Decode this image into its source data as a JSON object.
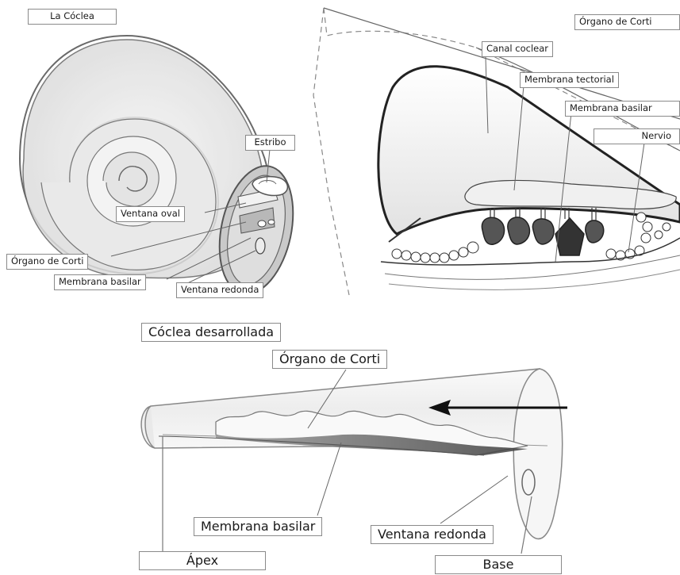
{
  "cochlea_panel": {
    "title": "La Cóclea",
    "labels": {
      "estribo": "Estribo",
      "ventana_oval": "Ventana oval",
      "organo_corti": "Órgano de Corti",
      "membrana_basilar": "Membrana basilar",
      "ventana_redonda": "Ventana redonda"
    }
  },
  "corti_panel": {
    "title": "Órgano de Corti",
    "labels": {
      "canal_coclear": "Canal coclear",
      "membrana_tectorial": "Membrana tectorial",
      "membrana_basilar": "Membrana basilar",
      "nervio": "Nervio"
    }
  },
  "unrolled_panel": {
    "title": "Cóclea desarrollada",
    "labels": {
      "organo_corti": "Órgano de Corti",
      "membrana_basilar": "Membrana basilar",
      "ventana_redonda": "Ventana redonda",
      "apex": "Ápex",
      "base": "Base"
    }
  }
}
